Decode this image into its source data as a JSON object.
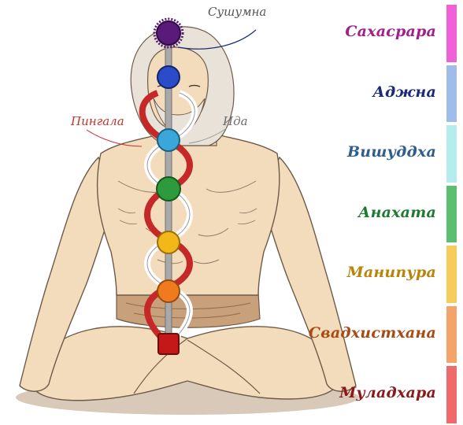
{
  "nadis": {
    "sushumna": "Сушумна",
    "pingala": "Пингала",
    "ida": "Ида"
  },
  "chakras": [
    {
      "name": "Сахасрара",
      "text_color": "#a0208e",
      "bar_color": "#f061d8"
    },
    {
      "name": "Аджна",
      "text_color": "#1c2a78",
      "bar_color": "#9fbde8"
    },
    {
      "name": "Вишуддха",
      "text_color": "#2f5e8e",
      "bar_color": "#b5ecee"
    },
    {
      "name": "Анахата",
      "text_color": "#1f7a2f",
      "bar_color": "#5cbf70"
    },
    {
      "name": "Манипура",
      "text_color": "#b8850a",
      "bar_color": "#f7cc5a"
    },
    {
      "name": "Свадхистхана",
      "text_color": "#a84a12",
      "bar_color": "#f4a36a"
    },
    {
      "name": "Муладхара",
      "text_color": "#8a1a1a",
      "bar_color": "#ef6a6a"
    }
  ],
  "colors": {
    "skin": "#f3dcbc",
    "skin_outline": "#6e5a48",
    "hair": "#e8e2d8",
    "cloth": "#c8a07a",
    "shadow": "#dcc7b0",
    "pingala_channel": "#c62828",
    "ida_channel": "#f3f3f3",
    "sushumna_channel": "#8a8a8a"
  }
}
